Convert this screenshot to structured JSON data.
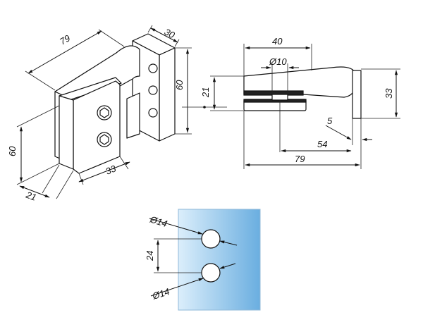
{
  "iso_view": {
    "dims": {
      "width_top": "79",
      "depth_top": "30",
      "height_right": "60",
      "height_left": "60",
      "depth_bottom": "21",
      "width_bottom": "33"
    }
  },
  "side_view": {
    "dims": {
      "top_length": "40",
      "bore": "Ø10",
      "thickness": "21",
      "height": "33",
      "gap": "5",
      "offset": "54",
      "overall": "79"
    }
  },
  "glass_view": {
    "dims": {
      "hole_top": "Ø14",
      "spacing": "24",
      "hole_bottom": "Ø14"
    },
    "colors": {
      "glass_light": "#dbeefb",
      "glass_dark": "#6aaee0"
    }
  }
}
